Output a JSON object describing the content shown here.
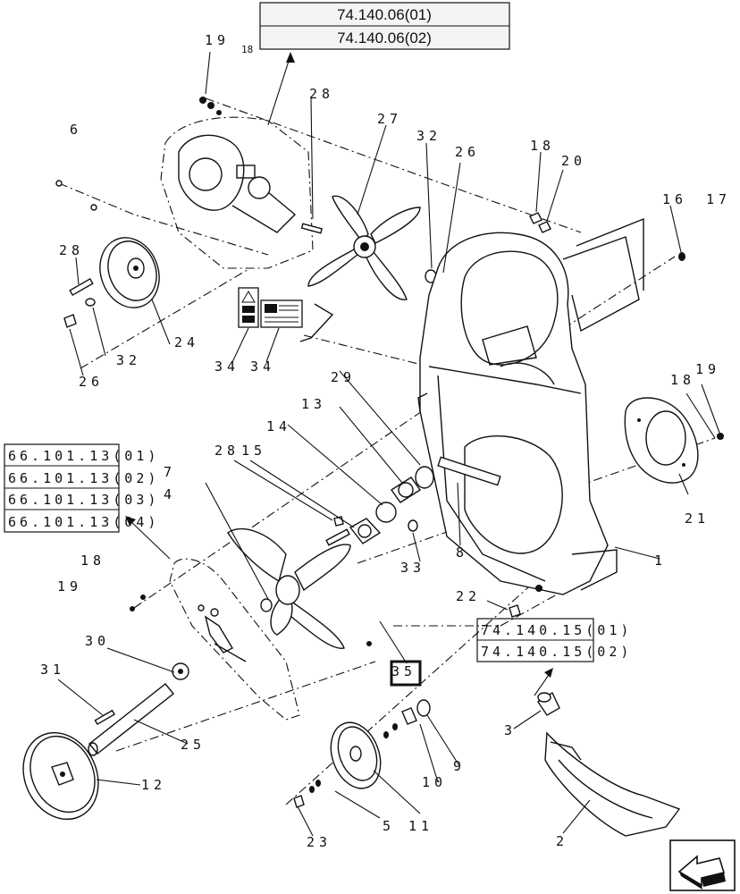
{
  "refs": {
    "top": [
      "74.140.06(01)",
      "74.140.06(02)"
    ],
    "left": [
      "66.101.13(01)",
      "66.101.13(02)",
      "66.101.13(03)",
      "66.101.13(04)"
    ],
    "right": [
      "74.140.15(01)",
      "74.140.15(02)"
    ]
  },
  "callouts": {
    "c1": "1",
    "c2": "2",
    "c3": "3",
    "c5": "5",
    "c6": "6",
    "c7": "7",
    "c8": "8",
    "c9": "9",
    "c10": "10",
    "c11": "11",
    "c12": "12",
    "c13": "13",
    "c14": "14",
    "c15": "15",
    "c16": "16",
    "c17": "17",
    "c18a": "18",
    "c18b": "18",
    "c18c": "18",
    "c18d": "18",
    "c19a": "19",
    "c19b": "19",
    "c19c": "19",
    "c20": "20",
    "c21": "21",
    "c22": "22",
    "c23": "23",
    "c24": "24",
    "c25": "25",
    "c26a": "26",
    "c26b": "26",
    "c27": "27",
    "c28a": "28",
    "c28b": "28",
    "c28c": "28",
    "c29": "29",
    "c30": "30",
    "c31": "31",
    "c32a": "32",
    "c32b": "32",
    "c33": "33",
    "c34a": "34",
    "c34b": "34",
    "c35": "35",
    "c4": "4"
  },
  "icons": {
    "nav": "previous-page-arrow-icon"
  }
}
